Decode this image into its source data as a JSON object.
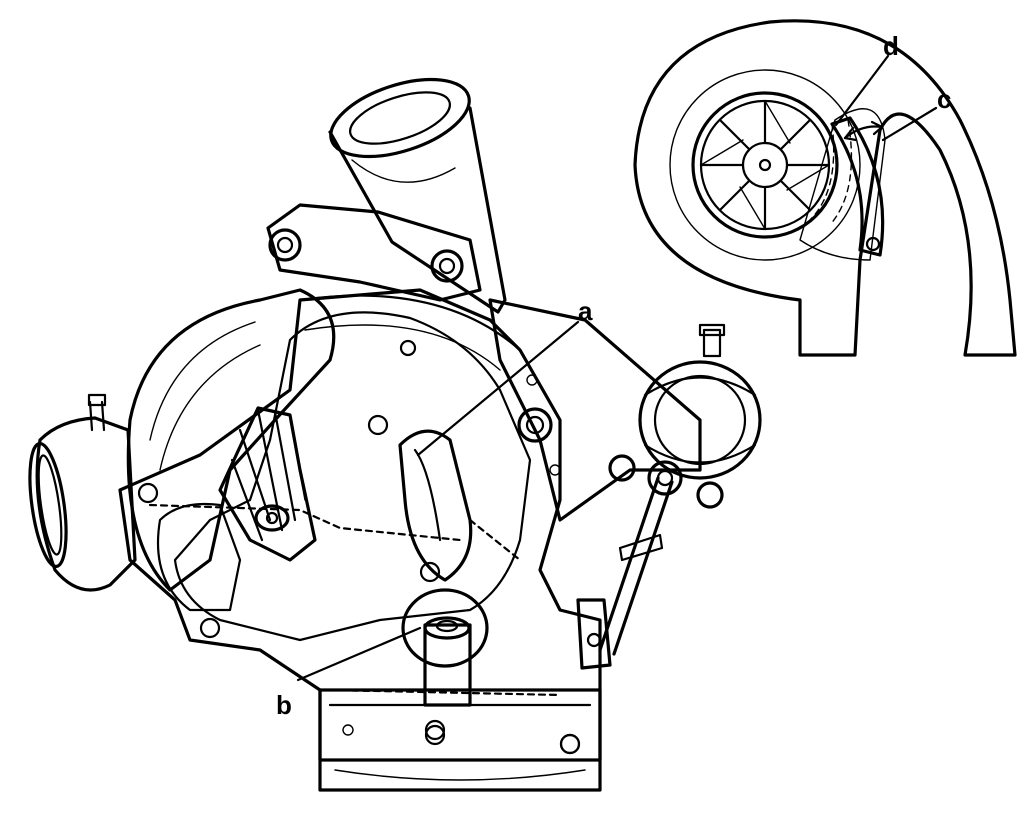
{
  "figure": {
    "labels": {
      "a": "a",
      "b": "b",
      "c": "c",
      "d": "d"
    },
    "colors": {
      "ink": "#000000",
      "shade": "#9a9a9a",
      "paper": "#ffffff"
    }
  }
}
